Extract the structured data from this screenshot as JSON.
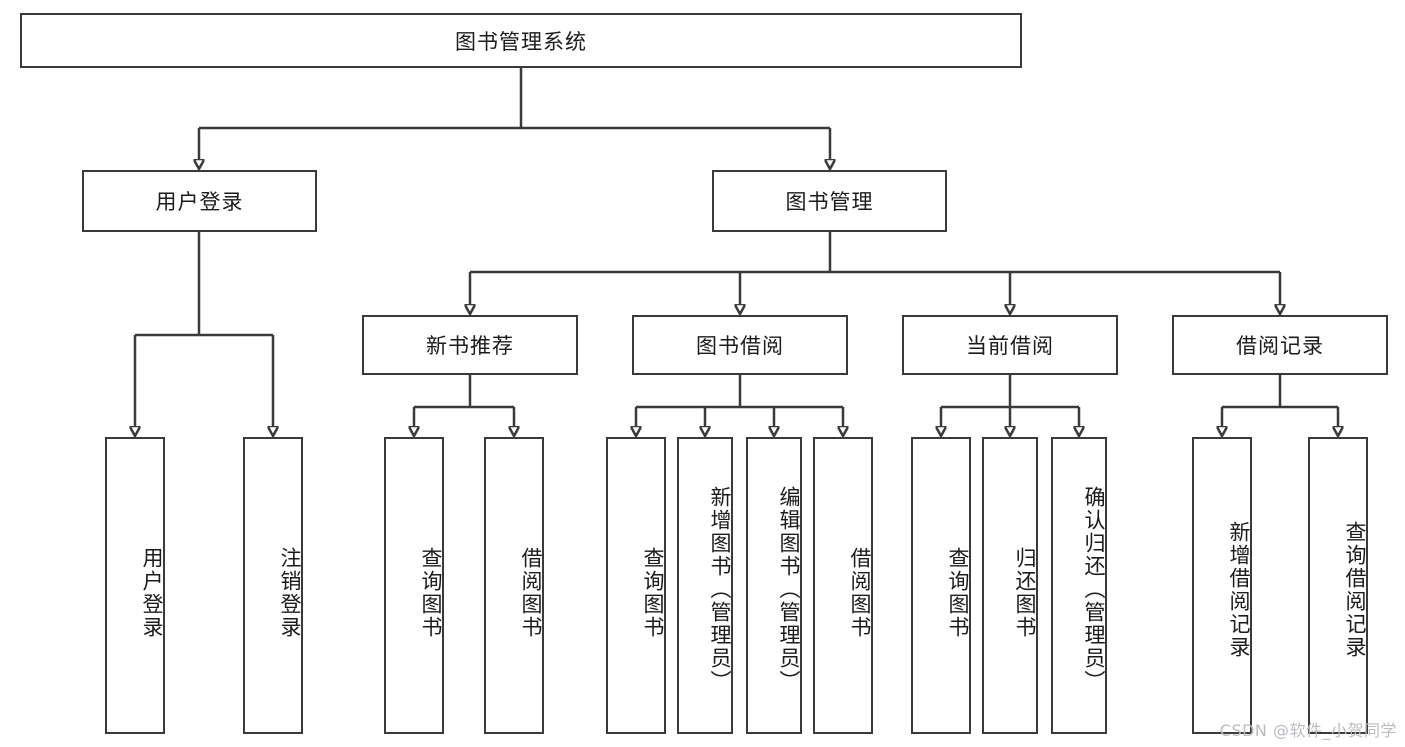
{
  "diagram": {
    "type": "tree-hierarchy-diagram",
    "title": "图书管理系统",
    "watermark": "CSDN @软件_小贺同学",
    "colors": {
      "stroke": "#3a3a3a",
      "node_fill": "#ffffff",
      "text": "#1b1b1b",
      "background": "#ffffff",
      "watermark": "#b9bcc0"
    },
    "nodes": {
      "root": {
        "label": "图书管理系统"
      },
      "level2": [
        {
          "label": "用户登录"
        },
        {
          "label": "图书管理"
        }
      ],
      "level3": [
        {
          "label": "新书推荐"
        },
        {
          "label": "图书借阅"
        },
        {
          "label": "当前借阅"
        },
        {
          "label": "借阅记录"
        }
      ],
      "leaves": {
        "user_login": [
          {
            "label": "用户登录"
          },
          {
            "label": "注销登录"
          }
        ],
        "new_book": [
          {
            "label": "查询图书"
          },
          {
            "label": "借阅图书"
          }
        ],
        "book_borrow": [
          {
            "label": "查询图书"
          },
          {
            "label": "新增图书（管理员）"
          },
          {
            "label": "编辑图书（管理员）"
          },
          {
            "label": "借阅图书"
          }
        ],
        "current_borrow": [
          {
            "label": "查询图书"
          },
          {
            "label": "归还图书"
          },
          {
            "label": "确认归还（管理员）"
          }
        ],
        "borrow_record": [
          {
            "label": "新增借阅记录"
          },
          {
            "label": "查询借阅记录"
          }
        ]
      }
    }
  }
}
